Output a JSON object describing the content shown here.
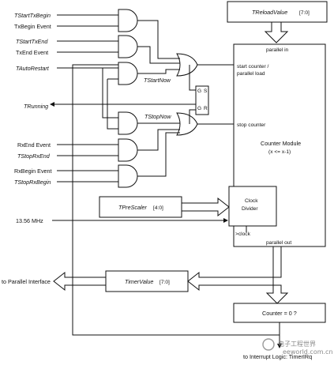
{
  "signals": {
    "t_start_tx_begin": "TStartTxBegin",
    "tx_begin_event": "TxBegin Event",
    "t_start_tx_end": "TStartTxEnd",
    "tx_end_event": "TxEnd Event",
    "t_auto_restart": "TAutoRestart",
    "t_running": "TRunning",
    "rx_end_event": "RxEnd Event",
    "t_stop_rx_end": "TStopRxEnd",
    "rx_begin_event": "RxBegin Event",
    "t_stop_rx_begin": "TStopRxBegin",
    "clock_input": "13.56 MHz",
    "to_parallel_interface": "to Parallel Interface",
    "to_interrupt_logic": "to Interrupt Logic: TimerIRq",
    "t_start_now": "TStartNow",
    "t_stop_now": "TStopNow"
  },
  "blocks": {
    "reload_value": {
      "name": "TReloadValue",
      "bits": "[7:0]"
    },
    "prescaler": {
      "name": "TPreScaler",
      "bits": "[4:0]"
    },
    "timer_value": {
      "name": "TimerValue",
      "bits": "[7:0]"
    },
    "clock_divider": {
      "line1": "Clock",
      "line2": "Divider"
    },
    "counter_module": {
      "parallel_in": "parallel in",
      "start_line1": "start counter /",
      "start_line2": "parallel load",
      "stop": "stop counter",
      "title": "Counter Module",
      "subtitle": "(x <= x-1)",
      "clock_in": ">clock",
      "parallel_out": "parallel out"
    },
    "compare": "Counter = 0 ?",
    "latch": {
      "g1": "G",
      "s": "S",
      "g2": "G",
      "r": "R"
    }
  },
  "watermark": {
    "cn": "电子工程世界",
    "en": "eeworld.com.cn"
  }
}
